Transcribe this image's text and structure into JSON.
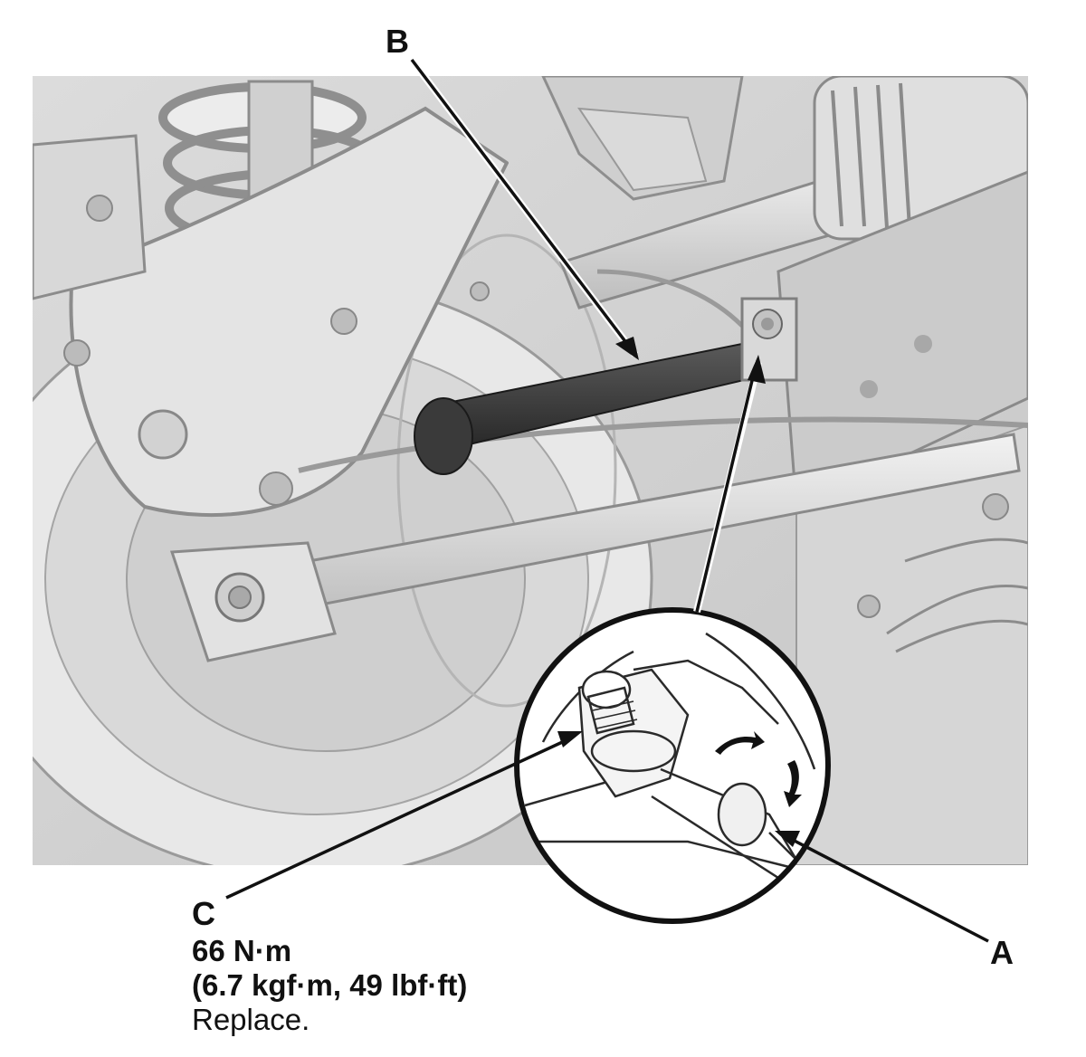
{
  "callouts": {
    "a": "A",
    "b": "B",
    "c": "C"
  },
  "torque": {
    "value": "66 N·m",
    "alt": "(6.7 kgf·m, 49 lbf·ft)",
    "note": "Replace."
  },
  "colors": {
    "background_panel": "#d4d4d4",
    "part_light": "#e6e6e6",
    "part_mid": "#bdbdbd",
    "highlighted_part": "#3a3a3a",
    "line": "#111111"
  },
  "icons": {
    "rotate_arrow": "curved-arrow-icon"
  }
}
